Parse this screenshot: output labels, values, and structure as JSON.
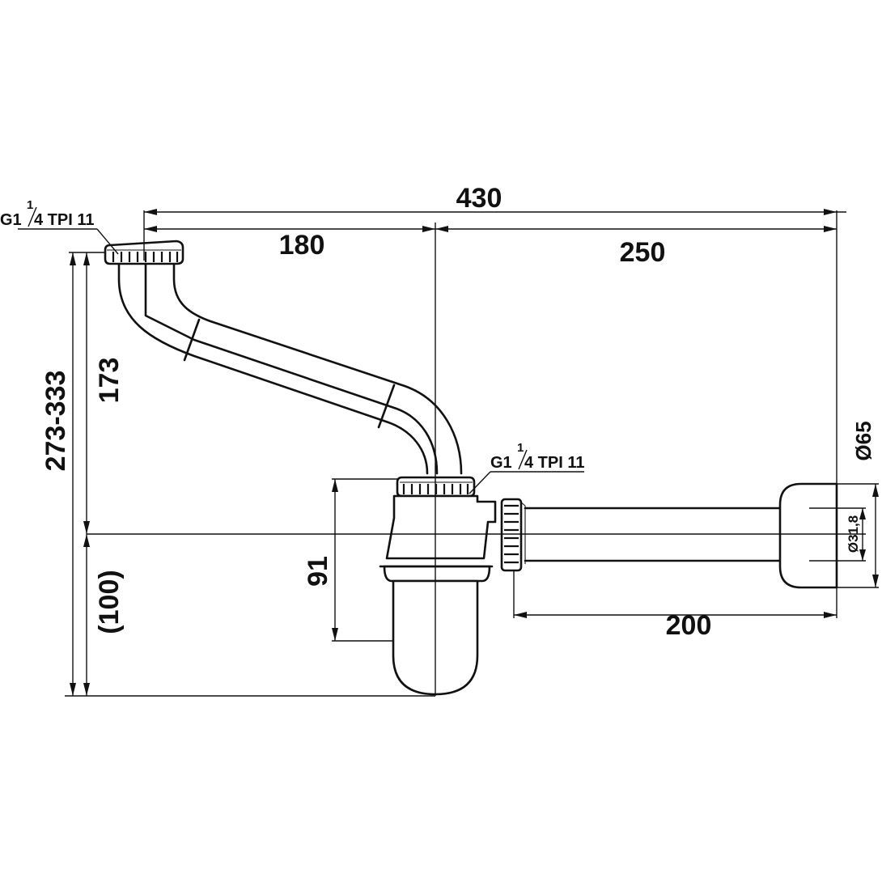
{
  "drawing": {
    "dimensions": {
      "overall_width": "430",
      "inlet_offset": "180",
      "outlet_offset": "250",
      "height_range": "273-333",
      "inlet_height": "173",
      "bottom_reference": "(100)",
      "trap_height": "91",
      "tube_length": "200",
      "outlet_diameter": "Ø65",
      "tube_diameter": "Ø31,8"
    },
    "threads": {
      "inlet_prefix": "G1",
      "inlet_frac_num": "1",
      "inlet_frac_den": "4 TPI 11",
      "trap_prefix": "G1",
      "trap_frac_num": "1",
      "trap_frac_den": "4 TPI 11"
    },
    "colors": {
      "line": "#111111",
      "background": "#ffffff"
    }
  }
}
